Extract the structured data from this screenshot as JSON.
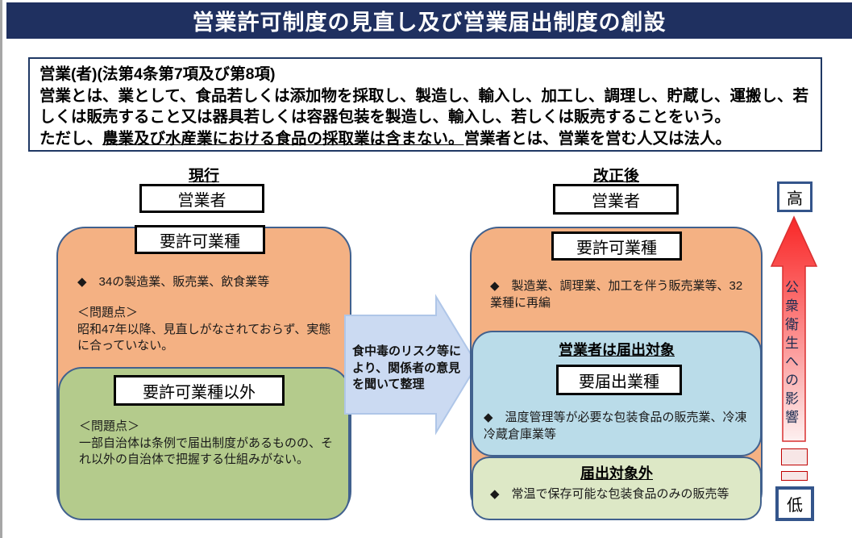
{
  "header": {
    "title": "営業許可制度の見直し及び営業届出制度の創設"
  },
  "definition": {
    "heading": "営業(者)(法第4条第7項及び第8項)",
    "body": "営業とは、業として、食品若しくは添加物を採取し、製造し、輸入し、加工し、調理し、貯蔵し、運搬し、若しくは販売すること又は器具若しくは容器包装を製造し、輸入し、若しくは販売することをいう。",
    "note_prefix": "ただし、",
    "note_underlined": "農業及び水産業における食品の採取業は含まない。",
    "note_suffix": "営業者とは、営業を営む人又は法人。"
  },
  "current": {
    "heading": "現行",
    "operator_box": "営業者",
    "licensed_box": "要許可業種",
    "licensed_bullet": "◆　34の製造業、販売業、飲食業等",
    "licensed_problem_title": "＜問題点＞",
    "licensed_problem_body": "昭和47年以降、見直しがなされておらず、実態に合っていない。",
    "unlicensed_box": "要許可業種以外",
    "unlicensed_problem_title": "＜問題点＞",
    "unlicensed_problem_body": "一部自治体は条例で届出制度があるものの、それ以外の自治体で把握する仕組みがない。"
  },
  "transition": {
    "line1": "食中毒のリスク等に",
    "line2": "より、関係者の意見",
    "line3": "を聞いて整理"
  },
  "revised": {
    "heading": "改正後",
    "operator_box": "営業者",
    "licensed_box": "要許可業種",
    "licensed_bullet": "◆　製造業、調理業、加工を伴う販売業等、32業種に再編",
    "notification_heading": "営業者は届出対象",
    "notification_box": "要届出業種",
    "notification_bullet": "◆　温度管理等が必要な包装食品の販売業、冷凍冷蔵倉庫業等",
    "exempt_heading": "届出対象外",
    "exempt_bullet": "◆　常温で保存可能な包装食品のみの販売等"
  },
  "impact_axis": {
    "high": "高",
    "label": "公衆衛生への影響",
    "low": "低"
  },
  "colors": {
    "header_bg": "#1F3060",
    "rounded_border": "#41618E",
    "orange_fill": "#F4B183",
    "green_dark_fill": "#B4CB8C",
    "green_light_fill": "#DDE8C6",
    "cyan_fill": "#BADCE9",
    "transition_arrow_fill": "#CBDAF2",
    "impact_arrow_red": "#F82727"
  }
}
